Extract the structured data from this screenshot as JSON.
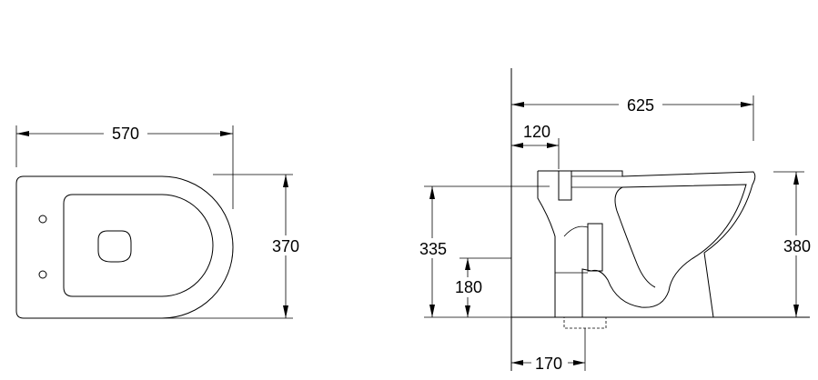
{
  "drawing": {
    "top_view": {
      "width_label": "570",
      "depth_label": "370"
    },
    "side_view": {
      "length_label": "625",
      "inlet_offset_label": "120",
      "outlet_height_label": "335",
      "floor_outlet_height_label": "180",
      "bowl_height_label": "380",
      "outlet_center_label": "170"
    }
  }
}
